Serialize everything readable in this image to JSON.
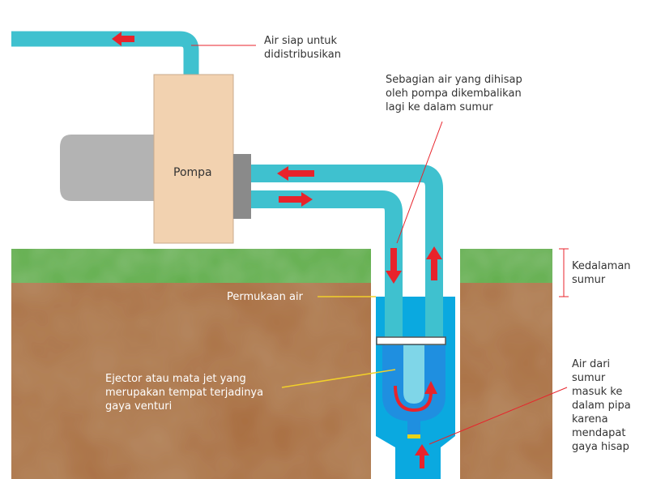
{
  "labels": {
    "distribusi": [
      "Air siap untuk",
      "didistribusikan"
    ],
    "dikembalikan": [
      "Sebagian air yang dihisap",
      "oleh pompa dikembalikan",
      "lagi ke dalam sumur"
    ],
    "pompa": "Pompa",
    "kedalaman": [
      "Kedalaman",
      "sumur"
    ],
    "permukaan": "Permukaan air",
    "ejector": [
      "Ejector atau mata jet yang",
      "merupakan tempat terjadinya",
      "gaya venturi"
    ],
    "air_dari": [
      "Air dari",
      "sumur",
      "masuk ke",
      "dalam pipa",
      "karena",
      "mendapat",
      "gaya hisap"
    ]
  },
  "colors": {
    "pipe": "#3fc1cf",
    "pipe_edge": "#1d93a3",
    "water": "#0aa9e0",
    "ejector": "#1f8fe0",
    "soil": "#a86c3e",
    "grass": "#5fae49",
    "pump_body": "#f2d2b0",
    "motor": "#b3b3b3",
    "arrow": "#e8232b",
    "leader_red": "#e8232b",
    "leader_yellow": "#f2d02a",
    "nozzle": "#e8d21a"
  }
}
